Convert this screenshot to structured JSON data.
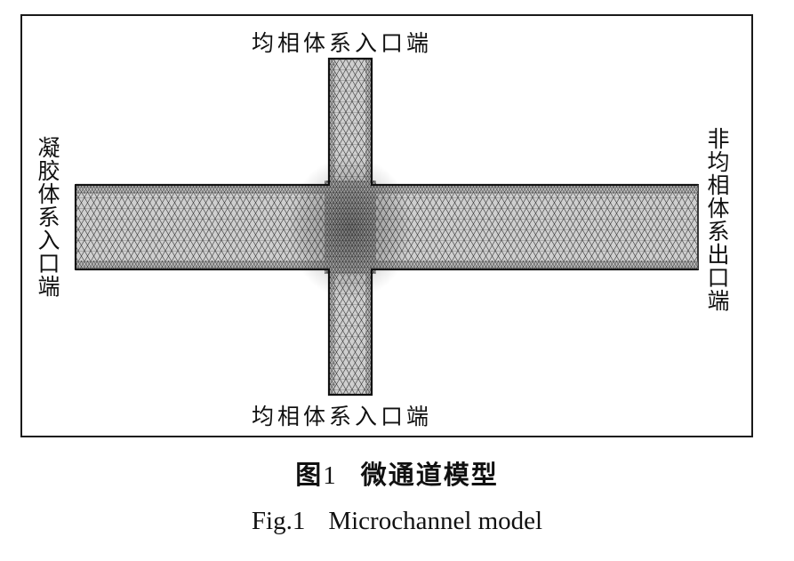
{
  "figure": {
    "inlet_top_label": "均相体系入口端",
    "inlet_bottom_label": "均相体系入口端",
    "inlet_left_label": "凝胶体系入口端",
    "outlet_right_label": "非均相体系出口端"
  },
  "caption": {
    "cn_prefix": "图",
    "cn_number": "1",
    "cn_title": "微通道模型",
    "en_prefix": "Fig.1",
    "en_title": "Microchannel model"
  },
  "colors": {
    "mesh_fill": "#cfcfcf",
    "mesh_line": "#2a2a2a",
    "frame": "#1a1a1a"
  }
}
